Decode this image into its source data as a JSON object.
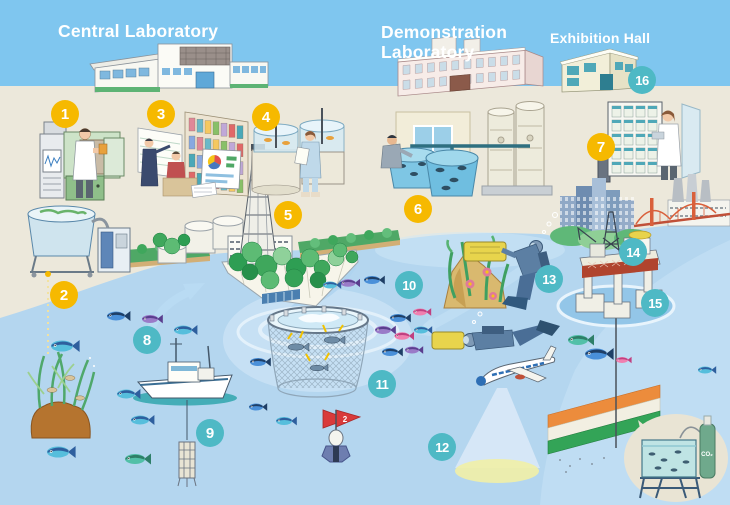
{
  "labels": {
    "central_laboratory": "Central Laboratory",
    "demonstration_line1": "Demonstration",
    "demonstration_line2": "Laboratory",
    "exhibition_hall": "Exhibition Hall"
  },
  "markers": [
    {
      "number": "1",
      "zone": "land"
    },
    {
      "number": "2",
      "zone": "land"
    },
    {
      "number": "3",
      "zone": "land"
    },
    {
      "number": "4",
      "zone": "land"
    },
    {
      "number": "5",
      "zone": "land"
    },
    {
      "number": "6",
      "zone": "land"
    },
    {
      "number": "7",
      "zone": "land"
    },
    {
      "number": "8",
      "zone": "sea"
    },
    {
      "number": "9",
      "zone": "sea"
    },
    {
      "number": "10",
      "zone": "sea"
    },
    {
      "number": "11",
      "zone": "sea"
    },
    {
      "number": "12",
      "zone": "sea"
    },
    {
      "number": "13",
      "zone": "sea"
    },
    {
      "number": "14",
      "zone": "sea"
    },
    {
      "number": "15",
      "zone": "sea"
    },
    {
      "number": "16",
      "zone": "sea"
    }
  ],
  "scene_text": {
    "buoy_flag_number": "2",
    "gas_cylinder_label": "CO₂"
  },
  "colors": {
    "sky": "#7FC6EF",
    "land": "#ECE8DB",
    "sea": "#B4D6EF",
    "sea_light": "#C9E3F6",
    "badge_land": "#F6B900",
    "badge_sea": "#4EB9C5",
    "badge_text": "#FFFFFF",
    "title_text": "#FFFFFF"
  }
}
